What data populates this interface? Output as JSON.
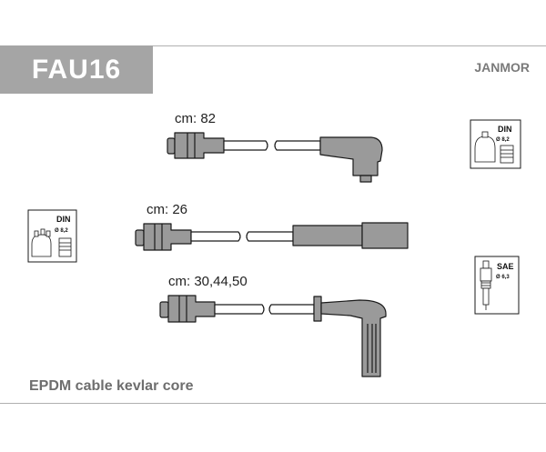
{
  "product": {
    "code": "FAU16",
    "brand": "JANMOR"
  },
  "cables": [
    {
      "label": "cm: 82"
    },
    {
      "label": "cm: 26"
    },
    {
      "label": "cm: 30,44,50"
    }
  ],
  "icons": {
    "left": {
      "type": "distributor-cap-icon",
      "standard": "DIN",
      "diameter": "Ø 8,2"
    },
    "right_top": {
      "type": "ignition-coil-icon",
      "standard": "DIN",
      "diameter": "Ø 8,2"
    },
    "right_bottom": {
      "type": "spark-plug-icon",
      "standard": "SAE",
      "diameter": "Ø 6,3"
    }
  },
  "footer": {
    "note": "EPDM cable kevlar core"
  },
  "colors": {
    "header_box": "#a5a5a5",
    "brand_text": "#7a7a7a",
    "boot_fill": "#9a9a9a"
  }
}
